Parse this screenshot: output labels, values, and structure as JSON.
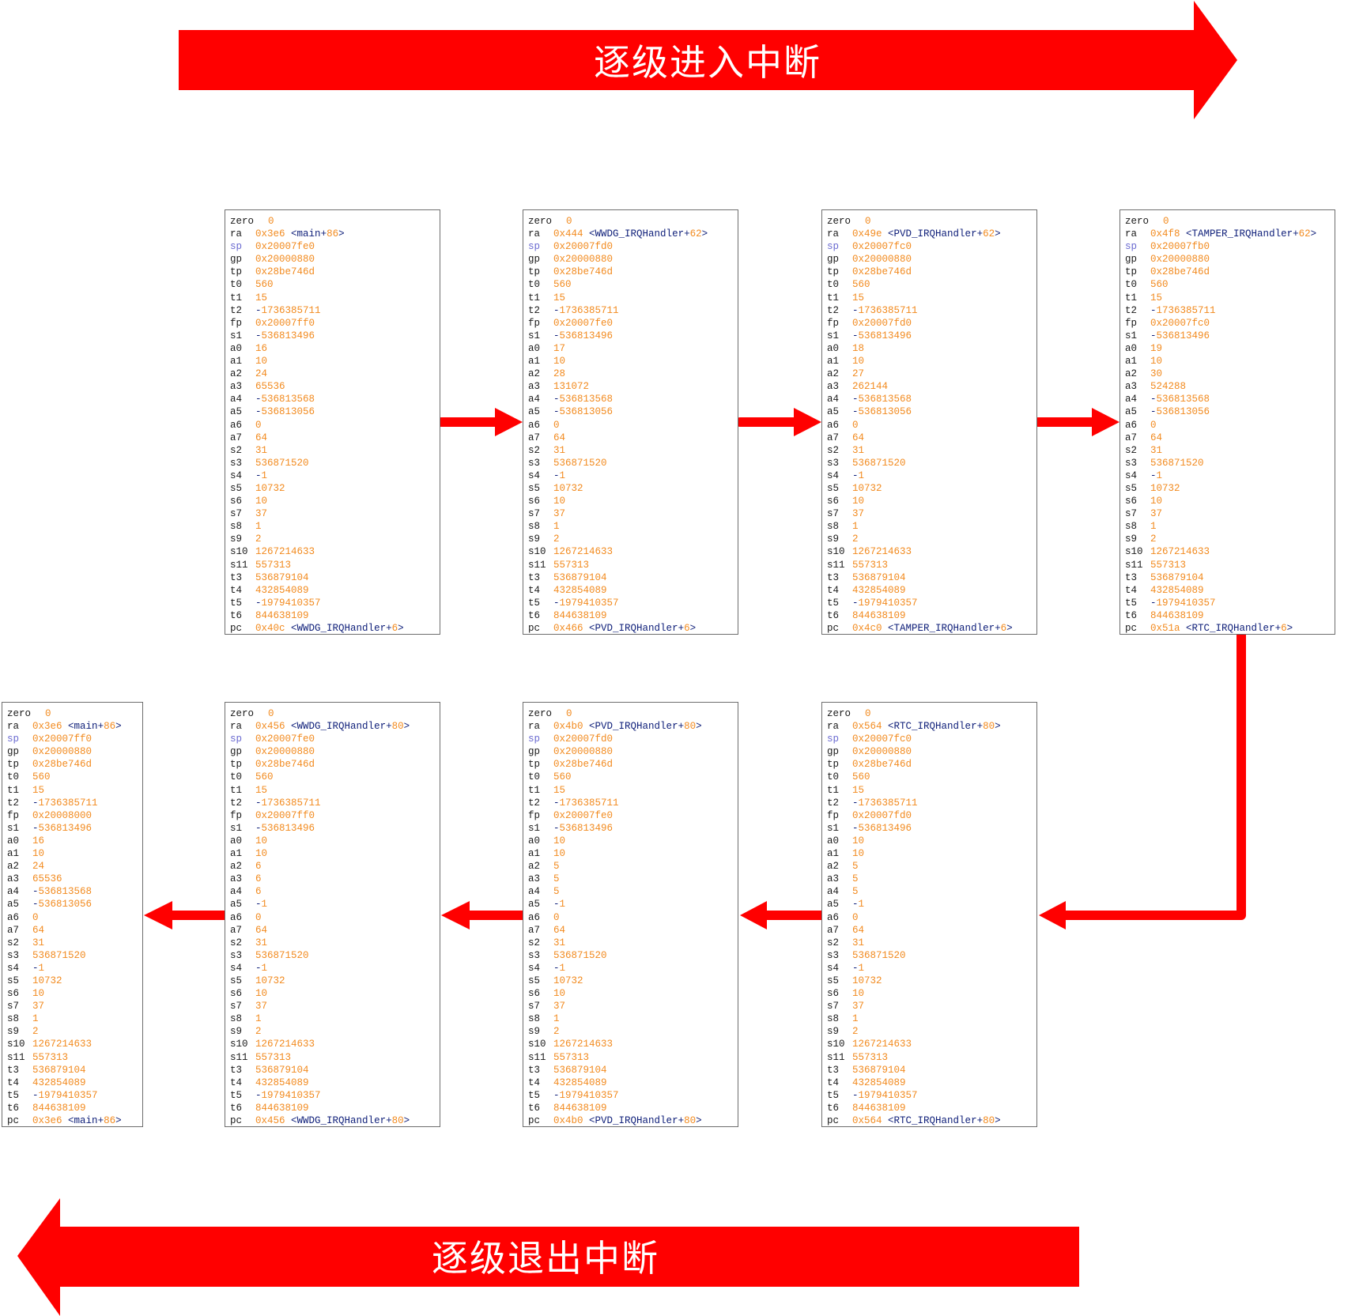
{
  "banners": {
    "enter_label": "逐级进入中断",
    "exit_label": "逐级退出中断"
  },
  "colors": {
    "arrow": "#ff0000",
    "value": "#f28a1e",
    "symbol": "#10207a",
    "sp_label": "#6a6ad0",
    "border": "#6e6e6e"
  },
  "register_names": [
    "zero",
    "ra",
    "sp",
    "gp",
    "tp",
    "t0",
    "t1",
    "t2",
    "fp",
    "s1",
    "a0",
    "a1",
    "a2",
    "a3",
    "a4",
    "a5",
    "a6",
    "a7",
    "s2",
    "s3",
    "s4",
    "s5",
    "s6",
    "s7",
    "s8",
    "s9",
    "s10",
    "s11",
    "t3",
    "t4",
    "t5",
    "t6",
    "pc"
  ],
  "frames": [
    {
      "id": "frame-1-main",
      "row": "enter",
      "ra": {
        "addr": "0x3e6",
        "sym": "main",
        "off": "86"
      },
      "pc": {
        "addr": "0x40c",
        "sym": "WWDG_IRQHandler",
        "off": "6"
      },
      "values": {
        "zero": "0",
        "sp": "0x20007fe0",
        "gp": "0x20000880",
        "tp": "0x28be746d",
        "t0": "560",
        "t1": "15",
        "t2": "-1736385711",
        "fp": "0x20007ff0",
        "s1": "-536813496",
        "a0": "16",
        "a1": "10",
        "a2": "24",
        "a3": "65536",
        "a4": "-536813568",
        "a5": "-536813056",
        "a6": "0",
        "a7": "64",
        "s2": "31",
        "s3": "536871520",
        "s4": "-1",
        "s5": "10732",
        "s6": "10",
        "s7": "37",
        "s8": "1",
        "s9": "2",
        "s10": "1267214633",
        "s11": "557313",
        "t3": "536879104",
        "t4": "432854089",
        "t5": "-1979410357",
        "t6": "844638109"
      }
    },
    {
      "id": "frame-2-wwdg",
      "row": "enter",
      "ra": {
        "addr": "0x444",
        "sym": "WWDG_IRQHandler",
        "off": "62"
      },
      "pc": {
        "addr": "0x466",
        "sym": "PVD_IRQHandler",
        "off": "6"
      },
      "values": {
        "zero": "0",
        "sp": "0x20007fd0",
        "gp": "0x20000880",
        "tp": "0x28be746d",
        "t0": "560",
        "t1": "15",
        "t2": "-1736385711",
        "fp": "0x20007fe0",
        "s1": "-536813496",
        "a0": "17",
        "a1": "10",
        "a2": "28",
        "a3": "131072",
        "a4": "-536813568",
        "a5": "-536813056",
        "a6": "0",
        "a7": "64",
        "s2": "31",
        "s3": "536871520",
        "s4": "-1",
        "s5": "10732",
        "s6": "10",
        "s7": "37",
        "s8": "1",
        "s9": "2",
        "s10": "1267214633",
        "s11": "557313",
        "t3": "536879104",
        "t4": "432854089",
        "t5": "-1979410357",
        "t6": "844638109"
      }
    },
    {
      "id": "frame-3-pvd",
      "row": "enter",
      "ra": {
        "addr": "0x49e",
        "sym": "PVD_IRQHandler",
        "off": "62"
      },
      "pc": {
        "addr": "0x4c0",
        "sym": "TAMPER_IRQHandler",
        "off": "6"
      },
      "values": {
        "zero": "0",
        "sp": "0x20007fc0",
        "gp": "0x20000880",
        "tp": "0x28be746d",
        "t0": "560",
        "t1": "15",
        "t2": "-1736385711",
        "fp": "0x20007fd0",
        "s1": "-536813496",
        "a0": "18",
        "a1": "10",
        "a2": "27",
        "a3": "262144",
        "a4": "-536813568",
        "a5": "-536813056",
        "a6": "0",
        "a7": "64",
        "s2": "31",
        "s3": "536871520",
        "s4": "-1",
        "s5": "10732",
        "s6": "10",
        "s7": "37",
        "s8": "1",
        "s9": "2",
        "s10": "1267214633",
        "s11": "557313",
        "t3": "536879104",
        "t4": "432854089",
        "t5": "-1979410357",
        "t6": "844638109"
      }
    },
    {
      "id": "frame-4-tamper",
      "row": "enter",
      "ra": {
        "addr": "0x4f8",
        "sym": "TAMPER_IRQHandler",
        "off": "62"
      },
      "pc": {
        "addr": "0x51a",
        "sym": "RTC_IRQHandler",
        "off": "6"
      },
      "values": {
        "zero": "0",
        "sp": "0x20007fb0",
        "gp": "0x20000880",
        "tp": "0x28be746d",
        "t0": "560",
        "t1": "15",
        "t2": "-1736385711",
        "fp": "0x20007fc0",
        "s1": "-536813496",
        "a0": "19",
        "a1": "10",
        "a2": "30",
        "a3": "524288",
        "a4": "-536813568",
        "a5": "-536813056",
        "a6": "0",
        "a7": "64",
        "s2": "31",
        "s3": "536871520",
        "s4": "-1",
        "s5": "10732",
        "s6": "10",
        "s7": "37",
        "s8": "1",
        "s9": "2",
        "s10": "1267214633",
        "s11": "557313",
        "t3": "536879104",
        "t4": "432854089",
        "t5": "-1979410357",
        "t6": "844638109"
      }
    },
    {
      "id": "frame-5-rtc-exit",
      "row": "exit",
      "ra": {
        "addr": "0x564",
        "sym": "RTC_IRQHandler",
        "off": "80"
      },
      "pc": {
        "addr": "0x564",
        "sym": "RTC_IRQHandler",
        "off": "80"
      },
      "values": {
        "zero": "0",
        "sp": "0x20007fc0",
        "gp": "0x20000880",
        "tp": "0x28be746d",
        "t0": "560",
        "t1": "15",
        "t2": "-1736385711",
        "fp": "0x20007fd0",
        "s1": "-536813496",
        "a0": "10",
        "a1": "10",
        "a2": "5",
        "a3": "5",
        "a4": "5",
        "a5": "-1",
        "a6": "0",
        "a7": "64",
        "s2": "31",
        "s3": "536871520",
        "s4": "-1",
        "s5": "10732",
        "s6": "10",
        "s7": "37",
        "s8": "1",
        "s9": "2",
        "s10": "1267214633",
        "s11": "557313",
        "t3": "536879104",
        "t4": "432854089",
        "t5": "-1979410357",
        "t6": "844638109"
      }
    },
    {
      "id": "frame-6-pvd-exit",
      "row": "exit",
      "ra": {
        "addr": "0x4b0",
        "sym": "PVD_IRQHandler",
        "off": "80"
      },
      "pc": {
        "addr": "0x4b0",
        "sym": "PVD_IRQHandler",
        "off": "80"
      },
      "values": {
        "zero": "0",
        "sp": "0x20007fd0",
        "gp": "0x20000880",
        "tp": "0x28be746d",
        "t0": "560",
        "t1": "15",
        "t2": "-1736385711",
        "fp": "0x20007fe0",
        "s1": "-536813496",
        "a0": "10",
        "a1": "10",
        "a2": "5",
        "a3": "5",
        "a4": "5",
        "a5": "-1",
        "a6": "0",
        "a7": "64",
        "s2": "31",
        "s3": "536871520",
        "s4": "-1",
        "s5": "10732",
        "s6": "10",
        "s7": "37",
        "s8": "1",
        "s9": "2",
        "s10": "1267214633",
        "s11": "557313",
        "t3": "536879104",
        "t4": "432854089",
        "t5": "-1979410357",
        "t6": "844638109"
      }
    },
    {
      "id": "frame-7-wwdg-exit",
      "row": "exit",
      "ra": {
        "addr": "0x456",
        "sym": "WWDG_IRQHandler",
        "off": "80"
      },
      "pc": {
        "addr": "0x456",
        "sym": "WWDG_IRQHandler",
        "off": "80"
      },
      "values": {
        "zero": "0",
        "sp": "0x20007fe0",
        "gp": "0x20000880",
        "tp": "0x28be746d",
        "t0": "560",
        "t1": "15",
        "t2": "-1736385711",
        "fp": "0x20007ff0",
        "s1": "-536813496",
        "a0": "10",
        "a1": "10",
        "a2": "6",
        "a3": "6",
        "a4": "6",
        "a5": "-1",
        "a6": "0",
        "a7": "64",
        "s2": "31",
        "s3": "536871520",
        "s4": "-1",
        "s5": "10732",
        "s6": "10",
        "s7": "37",
        "s8": "1",
        "s9": "2",
        "s10": "1267214633",
        "s11": "557313",
        "t3": "536879104",
        "t4": "432854089",
        "t5": "-1979410357",
        "t6": "844638109"
      }
    },
    {
      "id": "frame-8-main-exit",
      "row": "exit",
      "ra": {
        "addr": "0x3e6",
        "sym": "main",
        "off": "86"
      },
      "pc": {
        "addr": "0x3e6",
        "sym": "main",
        "off": "86"
      },
      "values": {
        "zero": "0",
        "sp": "0x20007ff0",
        "gp": "0x20000880",
        "tp": "0x28be746d",
        "t0": "560",
        "t1": "15",
        "t2": "-1736385711",
        "fp": "0x20008000",
        "s1": "-536813496",
        "a0": "16",
        "a1": "10",
        "a2": "24",
        "a3": "65536",
        "a4": "-536813568",
        "a5": "-536813056",
        "a6": "0",
        "a7": "64",
        "s2": "31",
        "s3": "536871520",
        "s4": "-1",
        "s5": "10732",
        "s6": "10",
        "s7": "37",
        "s8": "1",
        "s9": "2",
        "s10": "1267214633",
        "s11": "557313",
        "t3": "536879104",
        "t4": "432854089",
        "t5": "-1979410357",
        "t6": "844638109"
      }
    }
  ]
}
